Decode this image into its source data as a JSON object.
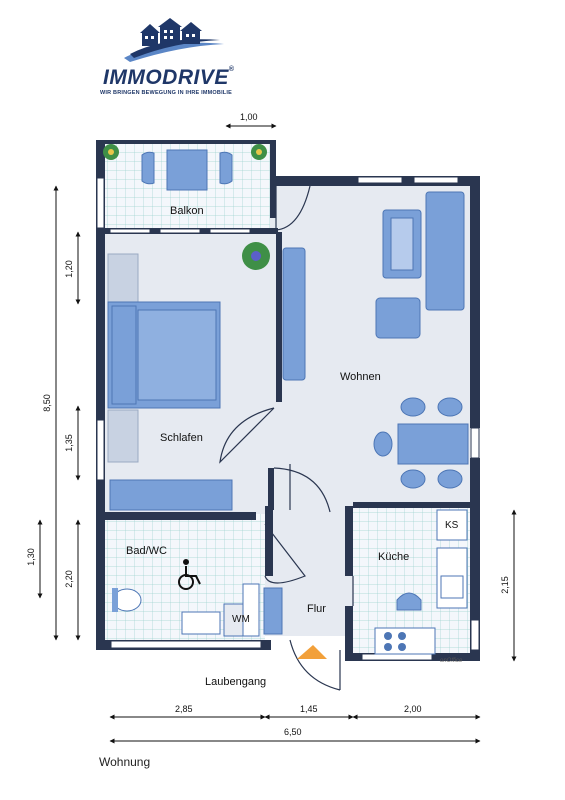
{
  "logo": {
    "brand": "IMMODRIVE",
    "registered": "®",
    "slogan": "WIR BRINGEN BEWEGUNG IN IHRE IMMOBILIE",
    "colors": {
      "navy": "#1f3768",
      "blue": "#5b86c6"
    }
  },
  "rooms": {
    "balkon": "Balkon",
    "wohnen": "Wohnen",
    "schlafen": "Schlafen",
    "bad": "Bad/WC",
    "kueche": "Küche",
    "flur": "Flur",
    "laubengang": "Laubengang"
  },
  "appliances": {
    "ks": "KS",
    "wm": "WM"
  },
  "dimensions": {
    "top": "1,00",
    "left_total": "8,50",
    "left_1": "1,20",
    "left_2": "1,35",
    "left_3": "1,30",
    "left_4": "2,20",
    "right": "2,15",
    "bottom_1": "2,85",
    "bottom_2": "1,45",
    "bottom_3": "2,00",
    "bottom_total": "6,50"
  },
  "watermark": "onOffice",
  "footer": "Wohnung",
  "icons": [
    "wheelchair-icon",
    "entrance-arrow-icon",
    "plant-icon",
    "house-logo-icon"
  ],
  "colors": {
    "wall": "#2a3650",
    "floor": "#e6eaf1",
    "tile": "#f4f7fb",
    "tile_line": "#9fd3cf",
    "furniture": "#7aa0d8",
    "furniture_dark": "#4d76b5",
    "arrow": "#f2a03a"
  }
}
